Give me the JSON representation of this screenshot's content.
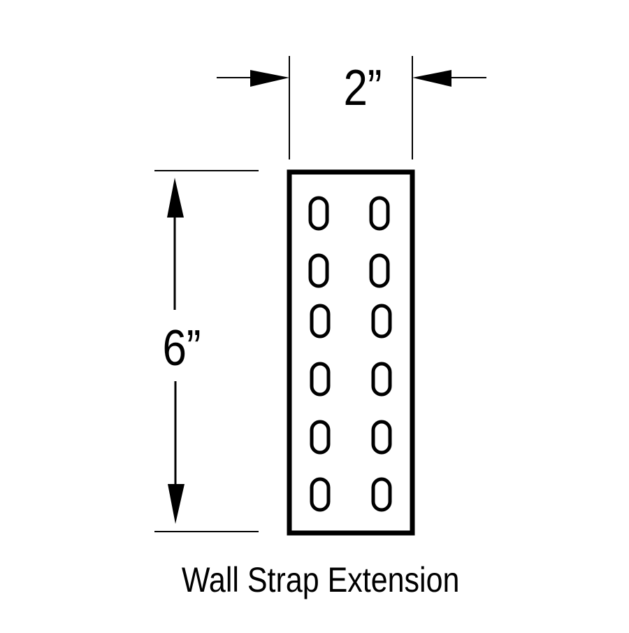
{
  "diagram": {
    "title": "Wall Strap Extension",
    "dimensions": {
      "width_label": "2”",
      "height_label": "6”"
    },
    "plate": {
      "slot_columns": 2,
      "slot_rows": 6,
      "slot_count": 12
    },
    "colors": {
      "line": "#000000",
      "background": "#ffffff"
    }
  }
}
